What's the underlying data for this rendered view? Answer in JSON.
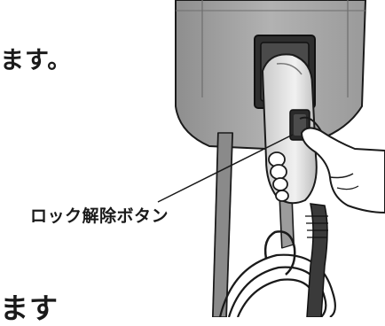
{
  "text": {
    "line_top": "ます。",
    "line_bottom": "ます",
    "callout_label": "ロック解除ボタン"
  },
  "colors": {
    "ink": "#1a1a1a",
    "charger_body": "#a3a3a3",
    "cable": "#555555",
    "skin": "#ffffff"
  }
}
